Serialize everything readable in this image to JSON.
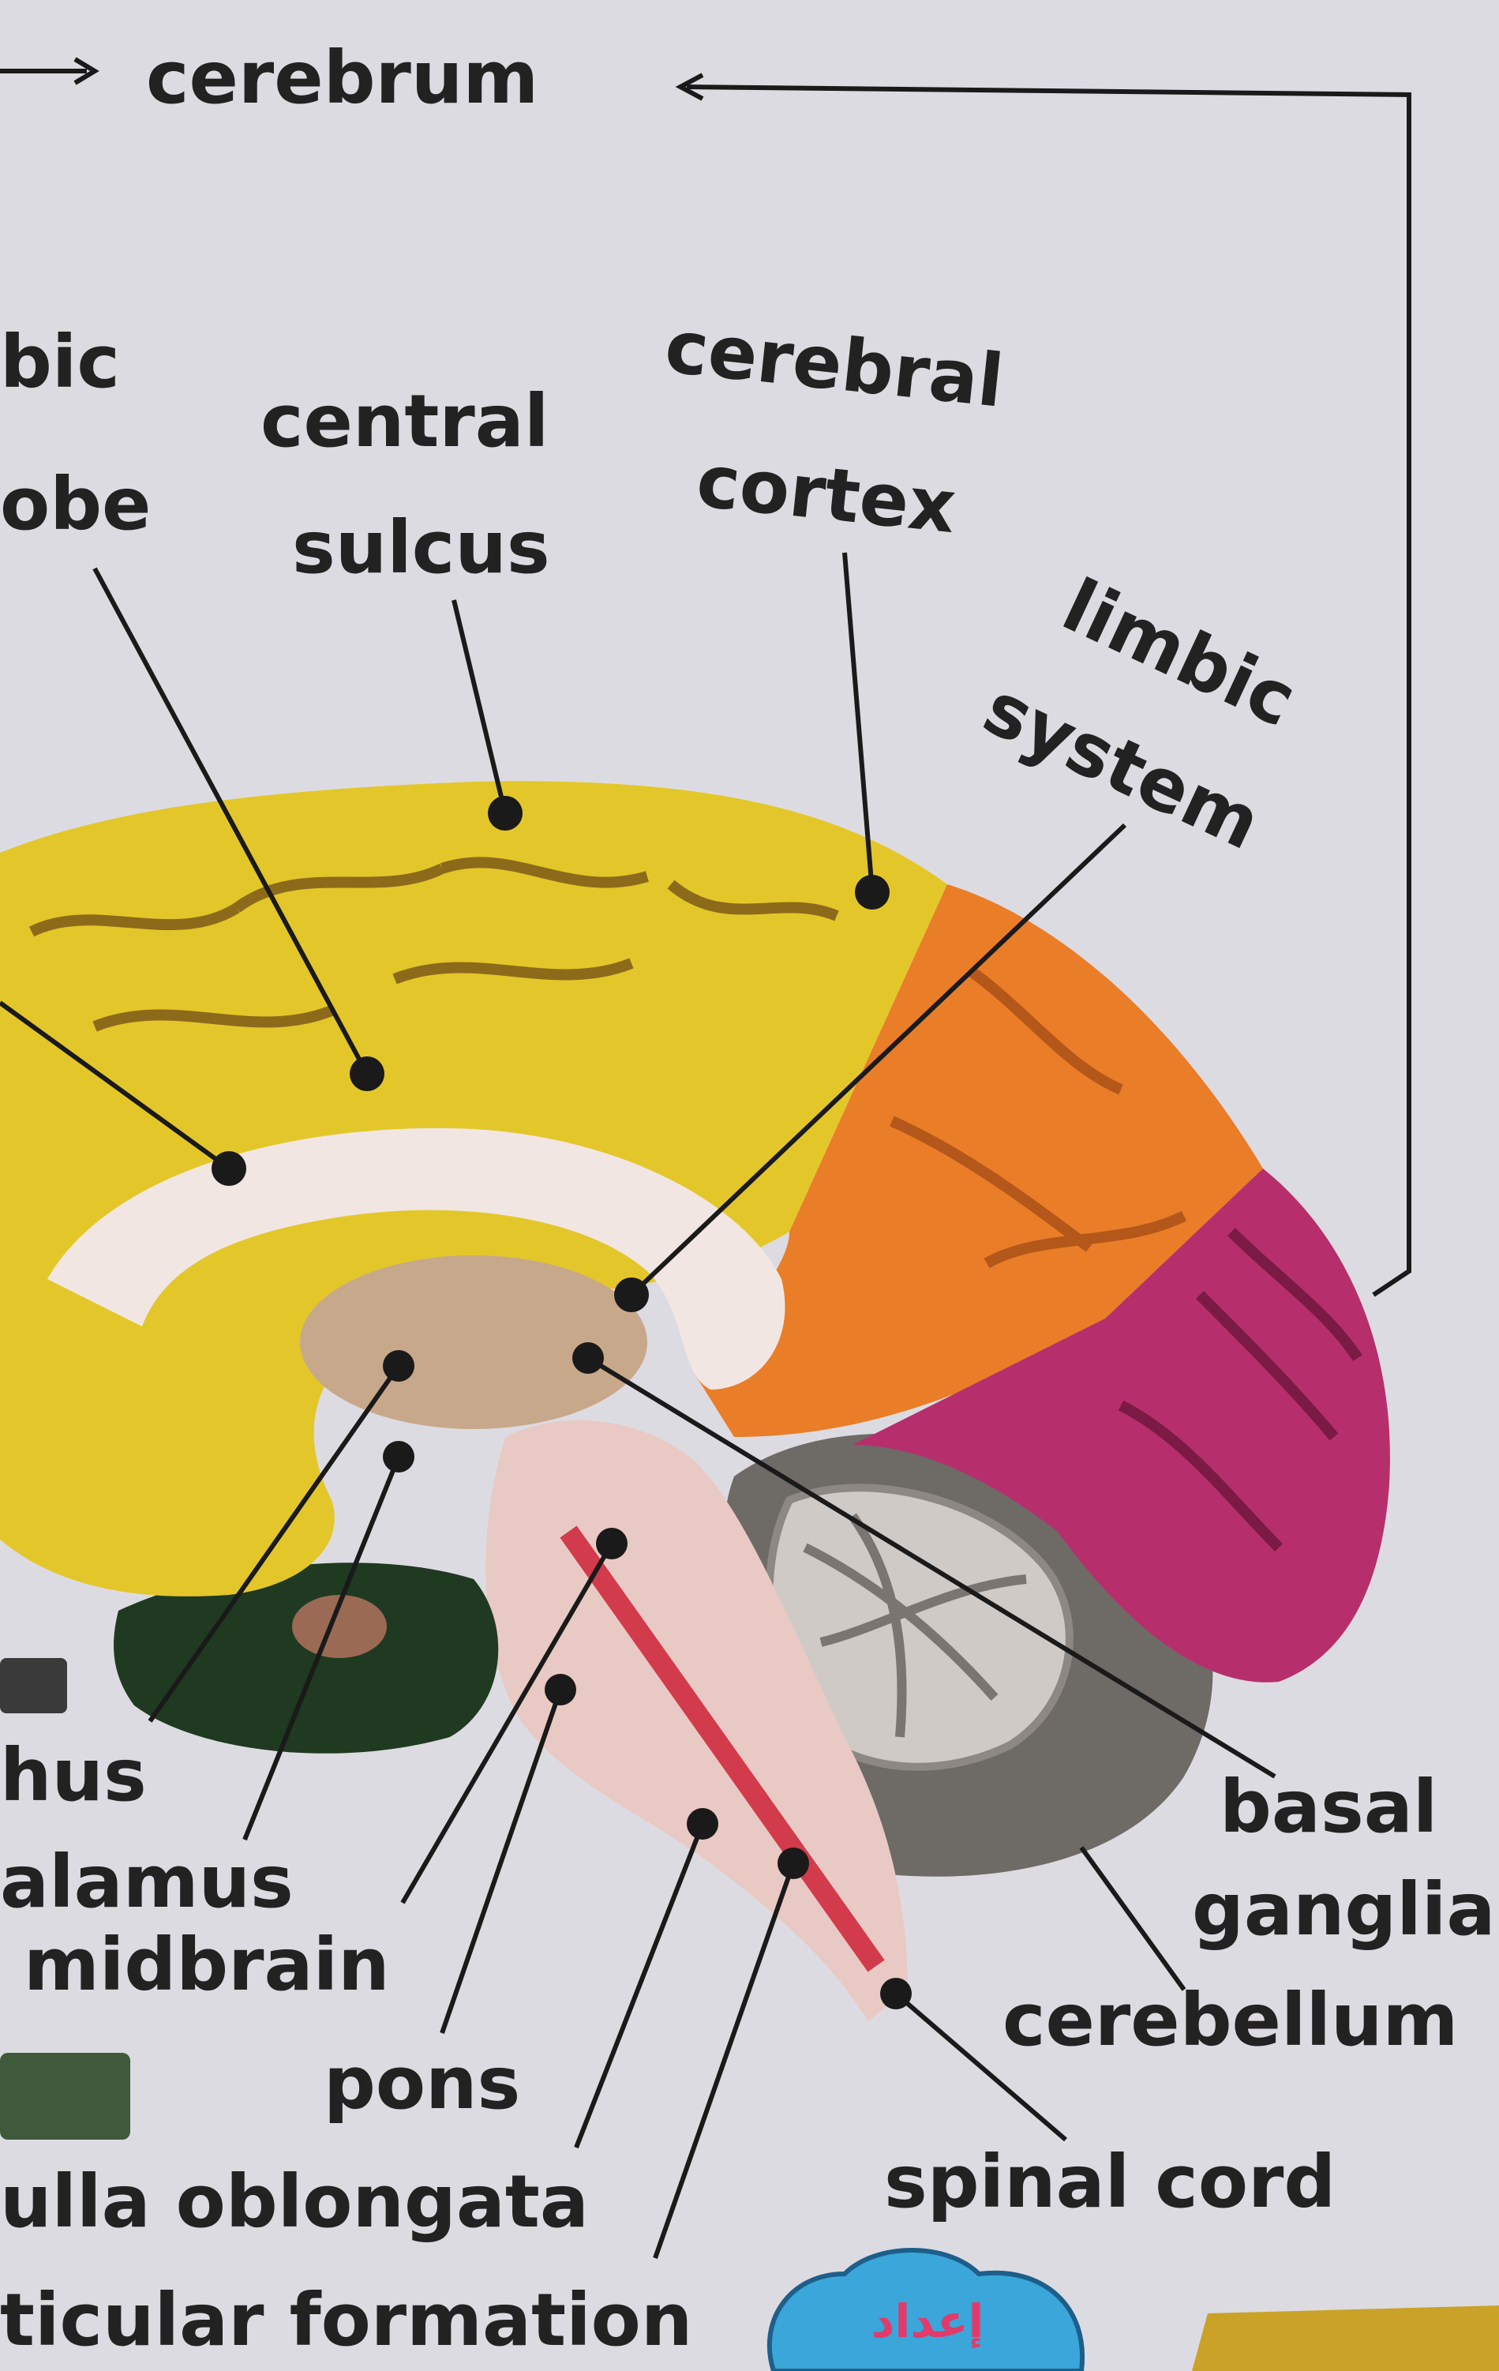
{
  "labels": {
    "cerebrum": "cerebrum",
    "limbic_lobe_1": "bic",
    "limbic_lobe_2": "obe",
    "central_sulcus_1": "central",
    "central_sulcus_2": "sulcus",
    "cerebral_cortex_1": "cerebral",
    "cerebral_cortex_2": "cortex",
    "limbic_system_1": "limbic",
    "limbic_system_2": "system",
    "hypothalamus": "hus",
    "thalamus": "alamus",
    "midbrain": "midbrain",
    "pons": "pons",
    "medulla": "ulla oblongata",
    "reticular": "ticular formation",
    "basal_ganglia_1": "basal",
    "basal_ganglia_2": "ganglia",
    "cerebellum": "cerebellum",
    "spinal_cord": "spinal cord",
    "badge": "إعداد"
  },
  "colors": {
    "background": "#dddbe2",
    "frontal_yellow": "#e3c72a",
    "parietal_orange": "#ea7d27",
    "occipital_magenta": "#b62f6c",
    "cerebellum_gray": "#6e6a66",
    "brainstem_pink": "#e9c9c4",
    "spinal_red": "#d23b4b",
    "hypothalamus_green": "#1f3a20"
  }
}
